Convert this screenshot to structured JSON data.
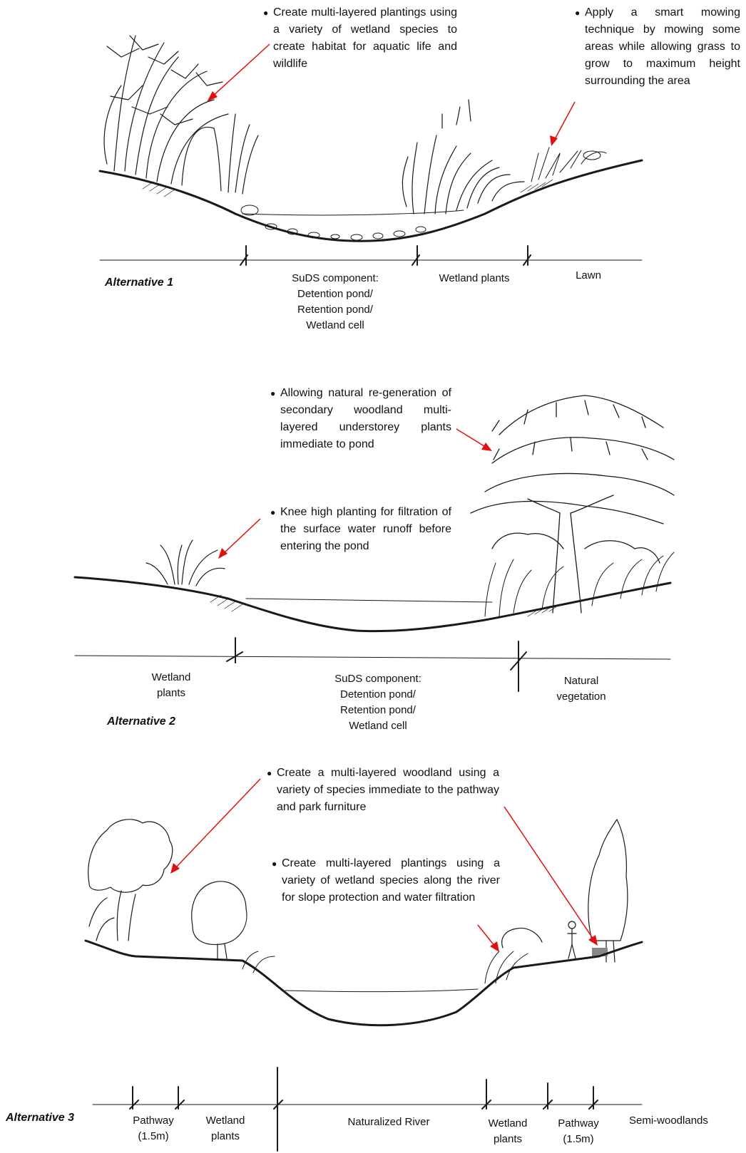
{
  "alternative_1": {
    "title": "Alternative 1",
    "notes": [
      "Create multi-layered plantings using a variety of wetland species to create habitat for aquatic life and wildlife",
      "Apply a smart mowing technique by mowing some areas while allowing grass to grow to maximum height surrounding the area"
    ],
    "zones": [
      "SuDS component: Detention pond/ Retention pond/ Wetland cell",
      "Wetland plants",
      "Lawn"
    ]
  },
  "alternative_2": {
    "title": "Alternative 2",
    "notes": [
      "Allowing natural re-generation of secondary woodland multi-layered understorey plants immediate to pond",
      "Knee high planting for filtration of the surface water runoff before entering the pond"
    ],
    "zones": [
      "Wetland plants",
      "SuDS component: Detention pond/ Retention pond/ Wetland cell",
      "Natural vegetation"
    ]
  },
  "alternative_3": {
    "title": "Alternative 3",
    "notes": [
      "Create a multi-layered woodland using a variety of species immediate to the pathway and park furniture",
      "Create multi-layered plantings using a variety of wetland species along the river for slope protection and water filtration"
    ],
    "zones": [
      "Pathway (1.5m)",
      "Wetland plants",
      "Naturalized River",
      "Wetland plants",
      "Pathway (1.5m)",
      "Semi-woodlands"
    ]
  }
}
